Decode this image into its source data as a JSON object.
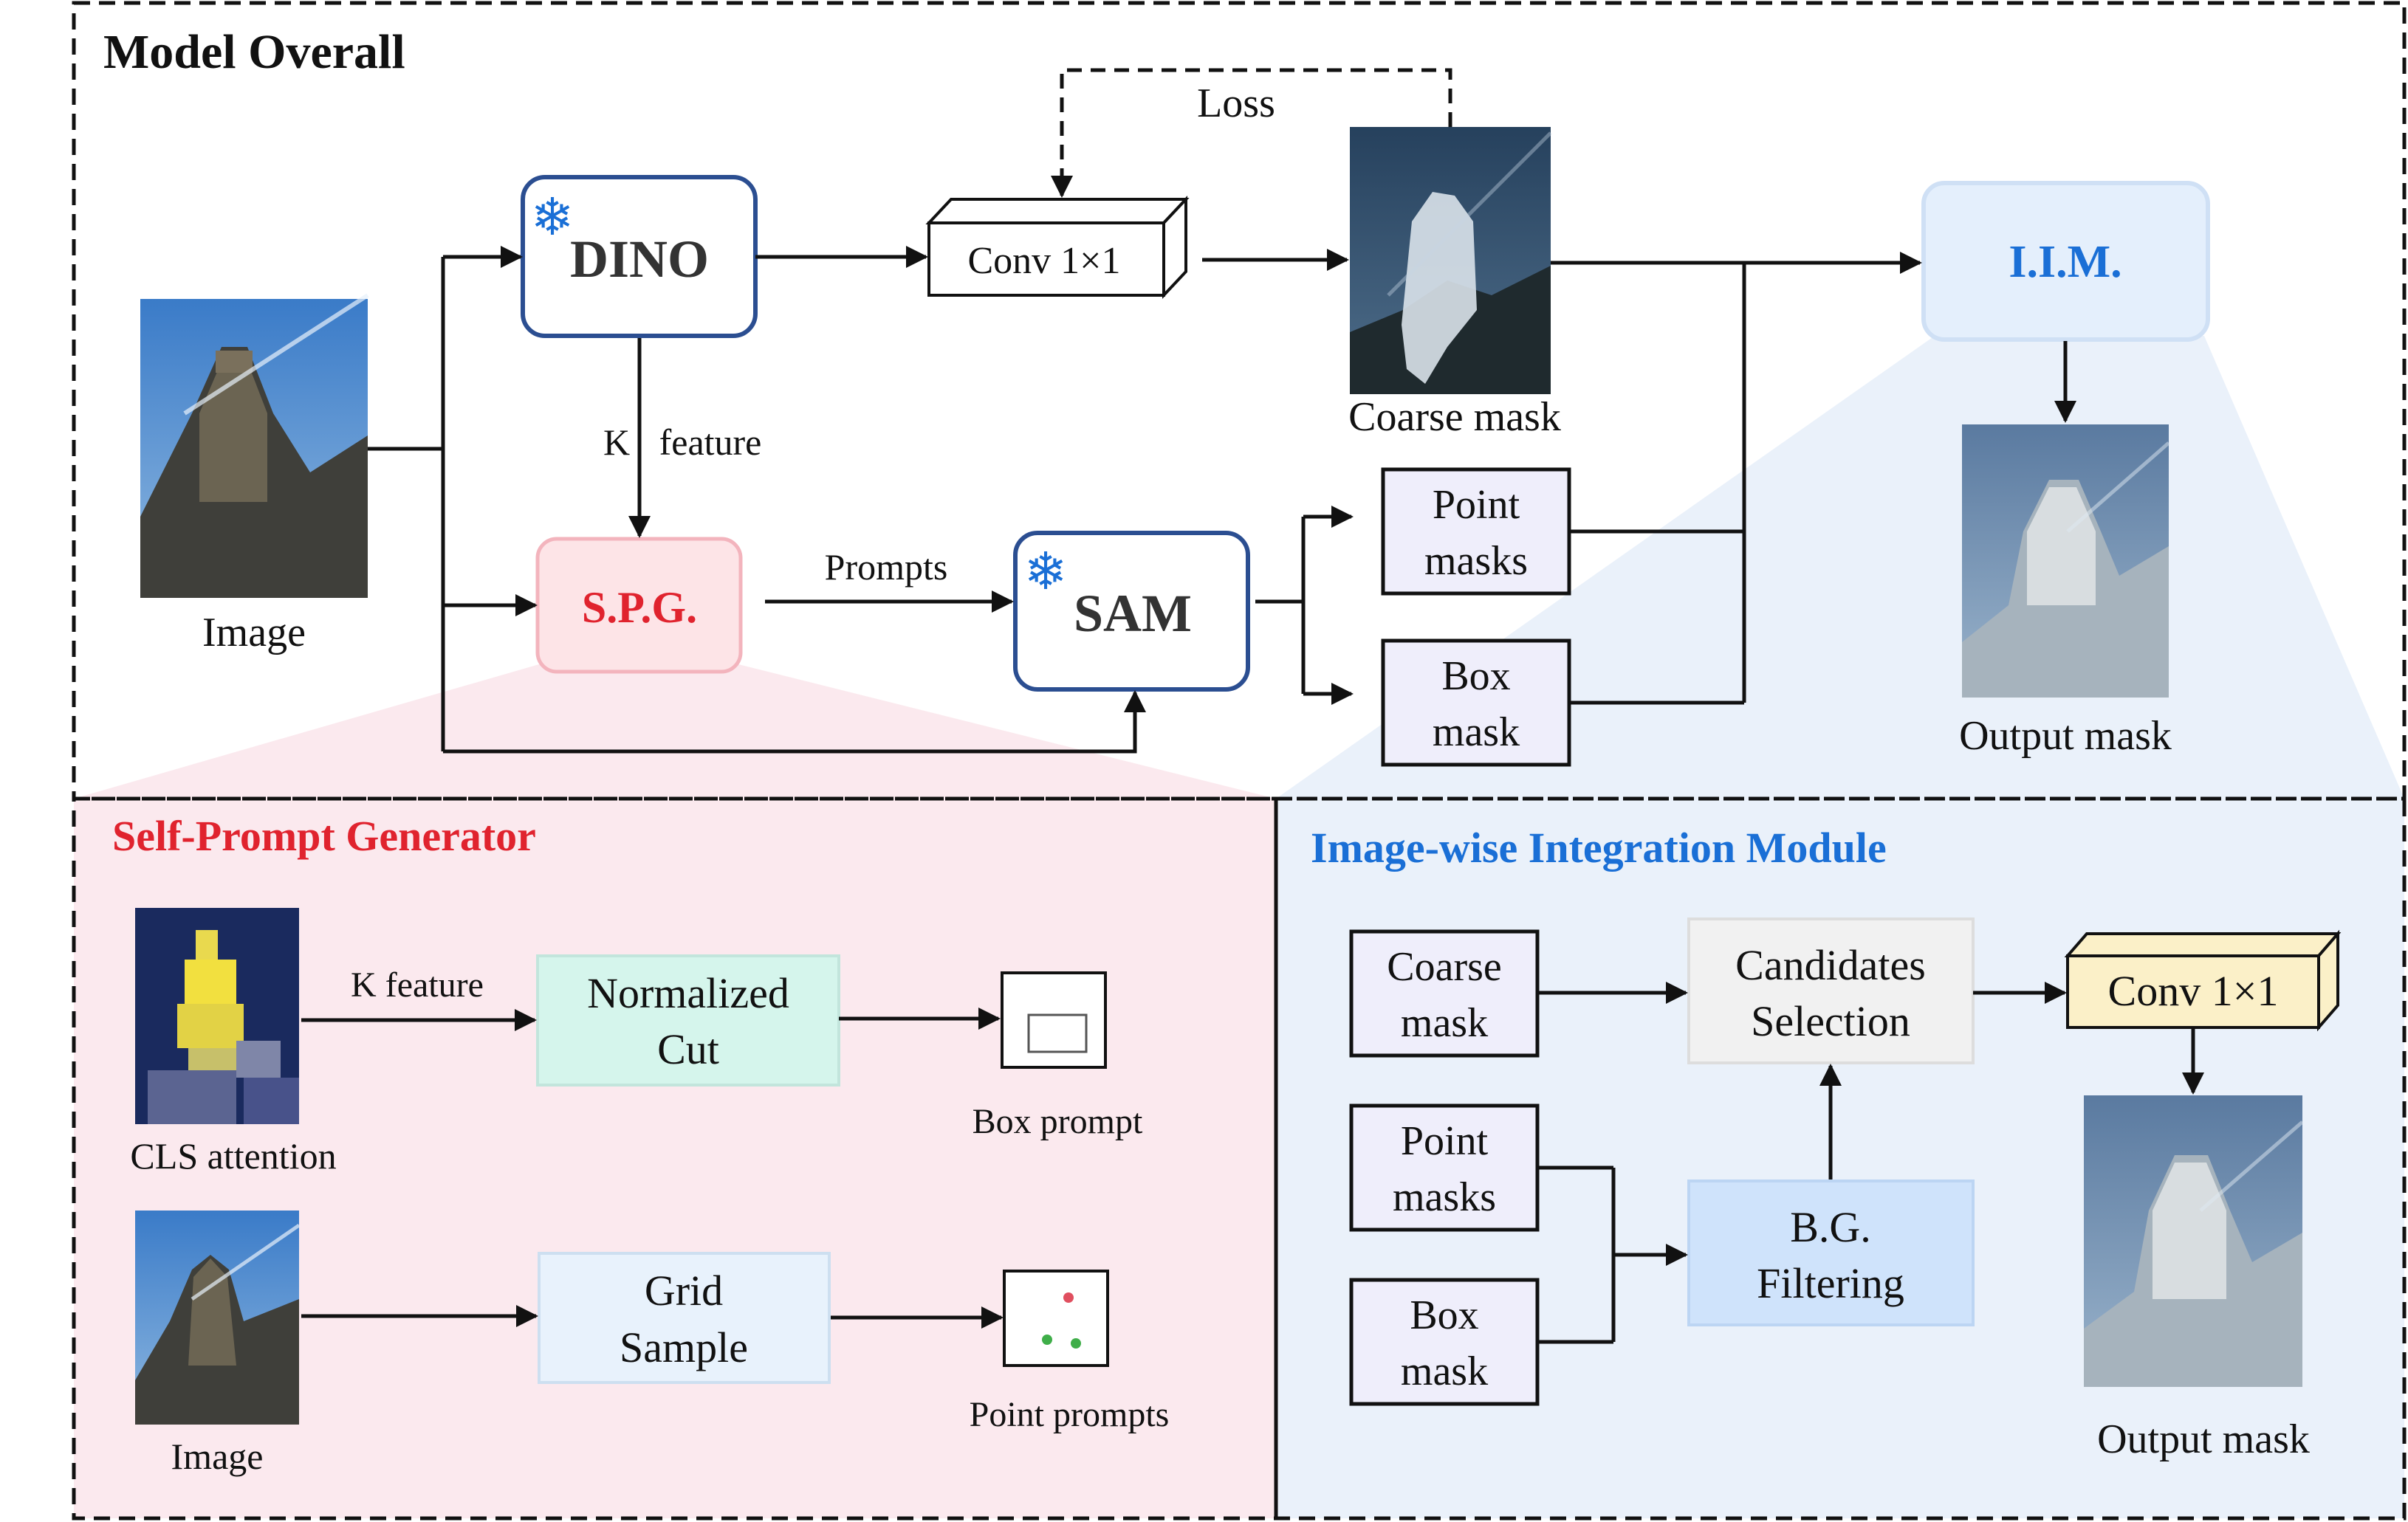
{
  "colors": {
    "pink_bg": "#fbe9ee",
    "blue_bg": "#eaf1fa",
    "red_title": "#e0232e",
    "blue_title": "#1a6fd6",
    "module_border": "#2b4e91",
    "spg_fill": "#fde4e7",
    "iim_fill": "#e4effc",
    "ncut_fill": "#d5f5ec",
    "grid_fill": "#e8f2fc",
    "mask_box_fill": "#efeefb",
    "cand_fill": "#f1f1f1",
    "bg_filter_fill": "#cfe3fb",
    "conv_yellow": "#fbf0c8"
  },
  "overall": {
    "title": "Model Overall",
    "image_label": "Image",
    "dino_label": "DINO",
    "conv_label": "Conv 1×1",
    "loss_label": "Loss",
    "coarse_mask_label": "Coarse mask",
    "k_label": "K",
    "feature_label": "feature",
    "spg_label": "S.P.G.",
    "prompts_label": "Prompts",
    "sam_label": "SAM",
    "point_masks_line1": "Point",
    "point_masks_line2": "masks",
    "box_mask_line1": "Box",
    "box_mask_line2": "mask",
    "iim_label": "I.I.M.",
    "output_mask_label": "Output mask",
    "frozen_icon": "snowflake-icon"
  },
  "spg": {
    "title": "Self-Prompt Generator",
    "cls_label": "CLS attention",
    "k_feature_label": "K feature",
    "ncut_line1": "Normalized",
    "ncut_line2": "Cut",
    "box_prompt_label": "Box prompt",
    "image_label": "Image",
    "grid_line1": "Grid",
    "grid_line2": "Sample",
    "point_prompts_label": "Point prompts"
  },
  "iim": {
    "title": "Image-wise Integration Module",
    "coarse_line1": "Coarse",
    "coarse_line2": "mask",
    "cand_line1": "Candidates",
    "cand_line2": "Selection",
    "conv_label": "Conv 1×1",
    "point_line1": "Point",
    "point_line2": "masks",
    "bg_line1": "B.G.",
    "bg_line2": "Filtering",
    "box_line1": "Box",
    "box_line2": "mask",
    "output_mask_label": "Output mask"
  }
}
